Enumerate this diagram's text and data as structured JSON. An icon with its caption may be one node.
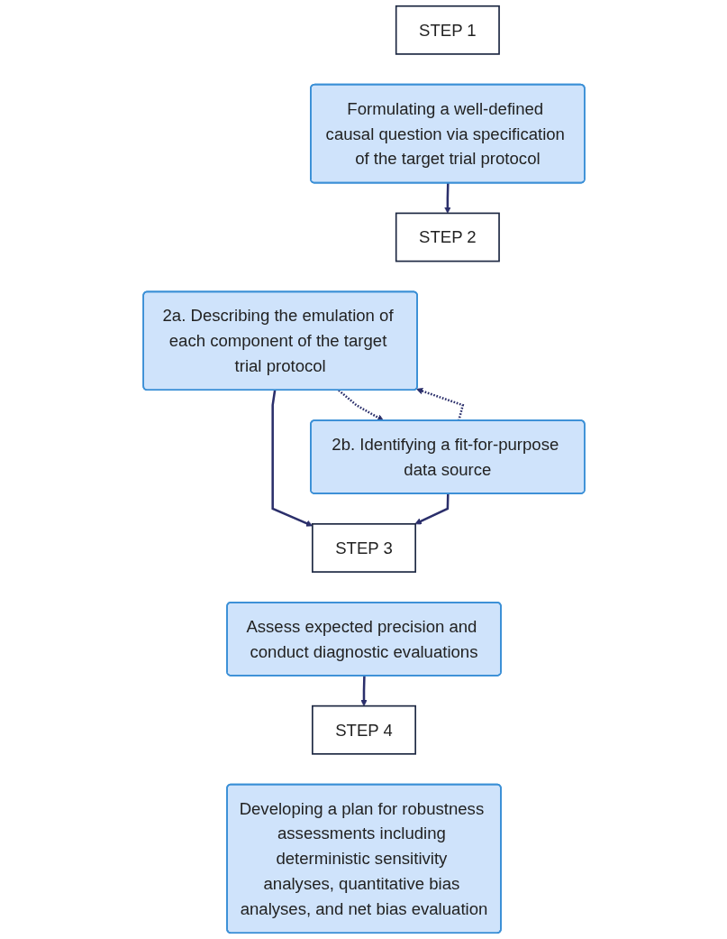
{
  "diagram": {
    "nodes": [
      {
        "text": [
          "STEP 1"
        ]
      },
      {
        "text": [
          "Formulating a well-defined causal question via specification of the target trial protocol"
        ]
      },
      {
        "text": [
          "STEP 2"
        ]
      },
      {
        "text": [
          "2a. Describing the emulation of each component of the target trial protocol"
        ]
      },
      {
        "text": [
          "2b. Identifying a fit-for-purpose data source"
        ]
      },
      {
        "text": [
          "STEP 3"
        ]
      },
      {
        "text": [
          "Assess expected precision and conduct diagnostic evaluations"
        ]
      },
      {
        "text": [
          "STEP 4"
        ]
      },
      {
        "text": [
          "Developing a plan for robustness assessments including deterministic sensitivity analyses, quantitative bias analyses, and net bias evaluation"
        ]
      }
    ],
    "edges": [
      {
        "from": 1,
        "to": 2,
        "arrow": "to"
      },
      {
        "from": 3,
        "to": 4,
        "arrow": "to",
        "style": "dashed"
      },
      {
        "from": 4,
        "to": 3,
        "arrow": "to",
        "style": "dashed"
      },
      {
        "from": 3,
        "to": 5,
        "arrow": "to"
      },
      {
        "from": 4,
        "to": 5,
        "arrow": "to"
      },
      {
        "from": 6,
        "to": 7,
        "arrow": "to"
      }
    ]
  }
}
